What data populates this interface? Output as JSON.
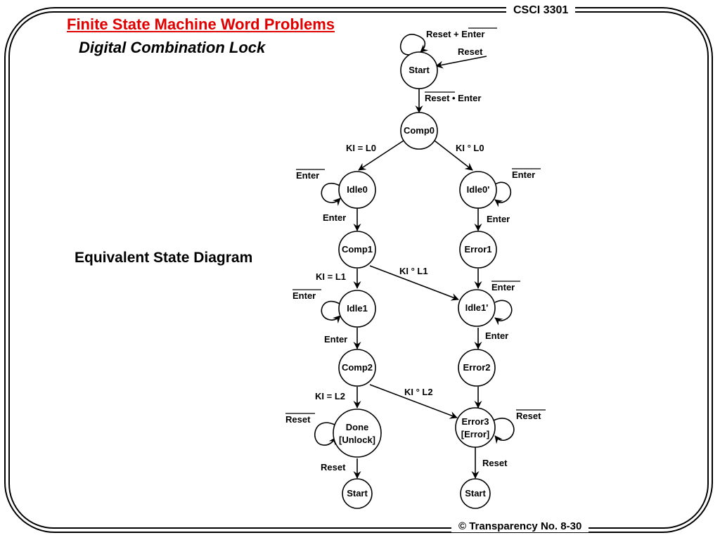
{
  "header": {
    "title": "Finite State Machine Word Problems",
    "subtitle": "Digital Combination Lock",
    "course": "CSCI 3301"
  },
  "caption": "Equivalent State Diagram",
  "footer": "© Transparency No. 8-30",
  "colors": {
    "title": "#e00000",
    "ink": "#000000",
    "background": "#ffffff"
  },
  "diagram": {
    "states": {
      "start_top": "Start",
      "comp0": "Comp0",
      "idle0": "Idle0",
      "idle0p": "Idle0'",
      "comp1": "Comp1",
      "error1": "Error1",
      "idle1": "Idle1",
      "idle1p": "Idle1'",
      "comp2": "Comp2",
      "error2": "Error2",
      "done_line1": "Done",
      "done_line2": "[Unlock]",
      "error3_line1": "Error3",
      "error3_line2": "[Error]",
      "start_left": "Start",
      "start_right": "Start"
    },
    "labels": {
      "start_self": "Reset + Enter",
      "start_entry": "Reset",
      "start_to_comp0": "Reset • Enter",
      "comp0_eq": "KI = L0",
      "comp0_ne": "KI ° L0",
      "idle0_self": "Enter",
      "idle0p_self": "Enter",
      "idle0_enter": "Enter",
      "idle0p_enter": "Enter",
      "comp1_eq": "KI = L1",
      "comp1_ne": "KI ° L1",
      "idle1_self": "Enter",
      "idle1p_self": "Enter",
      "idle1_enter": "Enter",
      "idle1p_enter": "Enter",
      "comp2_eq": "KI = L2",
      "comp2_ne": "KI ° L2",
      "done_self": "Reset",
      "error3_self": "Reset",
      "done_reset": "Reset",
      "error3_reset": "Reset"
    }
  }
}
